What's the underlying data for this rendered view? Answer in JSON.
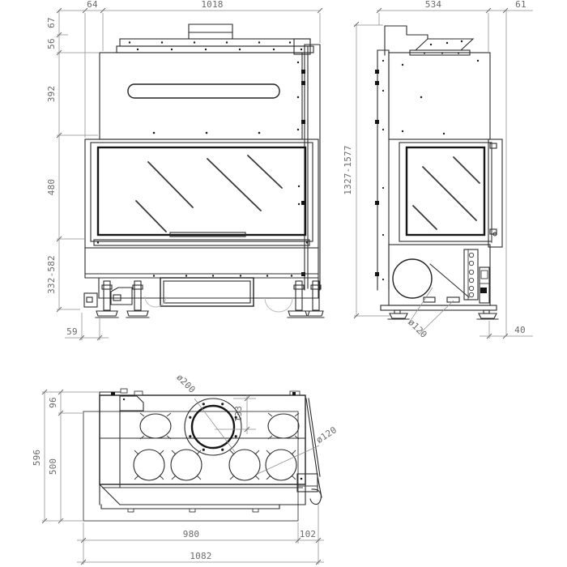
{
  "drawing": {
    "type": "technical-drawing",
    "subject": "fireplace-insert-three-view",
    "colors": {
      "background": "#ffffff",
      "line": "#2b2b2b",
      "dim_line": "#8f8f8f",
      "dim_text": "#6a6a6a"
    }
  },
  "front_view": {
    "dims": {
      "top_offset": "67",
      "rear_overhang": "64",
      "total_width": "1018",
      "top_plate_height": "56",
      "upper_body_height": "392",
      "glass_height": "480",
      "base_height_range": "332-582",
      "left_offset": "59"
    }
  },
  "side_view": {
    "dims": {
      "body_depth": "534",
      "front_frame_depth": "61",
      "total_height_range": "1327-1577",
      "air_inlet_diameter": "ø120",
      "front_offset": "40"
    }
  },
  "top_view": {
    "dims": {
      "flue_diameter": "ø200",
      "flue_center_offset": "133",
      "air_outlet_diameter": "ø120",
      "rear_depth": "96",
      "front_depth": "500",
      "total_depth": "596",
      "body_width": "980",
      "side_extension": "102",
      "total_width": "1082"
    }
  }
}
